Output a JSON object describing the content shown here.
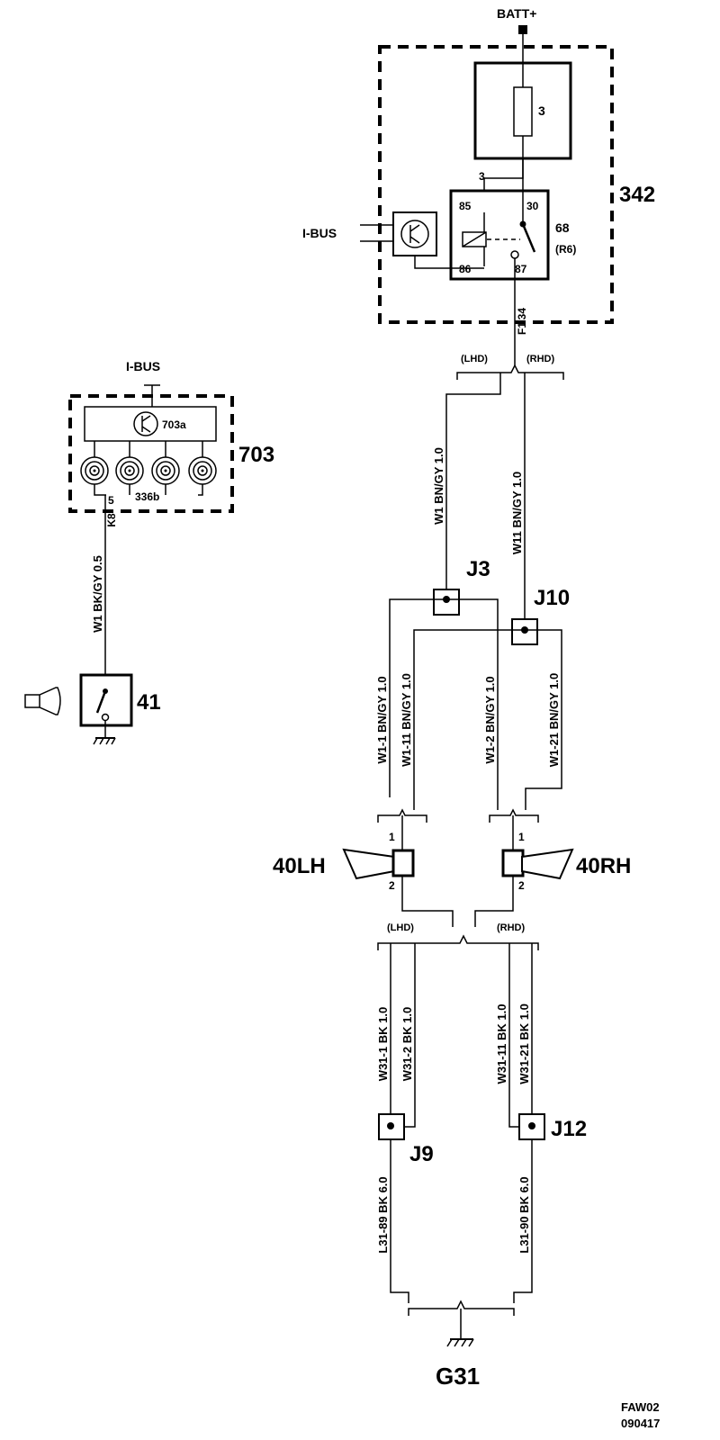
{
  "power": {
    "batt": "BATT+"
  },
  "module342": {
    "id": "342",
    "fuse": "3",
    "fuse_out": "3",
    "relay_id": "68",
    "relay_sub": "(R6)",
    "pin85": "85",
    "pin30": "30",
    "pin86": "86",
    "pin87": "87",
    "ibus": "I-BUS",
    "conn_pin": "34",
    "conn": "F1"
  },
  "module703": {
    "id": "703",
    "ibus": "I-BUS",
    "sub_a": "703a",
    "sub_b": "336b",
    "pin": "5",
    "conn": "K8"
  },
  "switch41": {
    "id": "41"
  },
  "wires": {
    "w1_5": "W1 BK/GY 0.5",
    "lhd1": "(LHD)",
    "rhd1": "(RHD)",
    "w1_lhd": "W1 BN/GY 1.0",
    "w11_rhd": "W11 BN/GY 1.0",
    "w1_1": "W1-1 BN/GY 1.0",
    "w1_11": "W1-11 BN/GY 1.0",
    "w1_2": "W1-2 BN/GY 1.0",
    "w1_21": "W1-21 BN/GY 1.0",
    "lhd2": "(LHD)",
    "rhd2": "(RHD)",
    "w31_1": "W31-1 BK 1.0",
    "w31_2": "W31-2 BK 1.0",
    "w31_11": "W31-11 BK 1.0",
    "w31_21": "W31-21 BK 1.0",
    "l31_89": "L31-89 BK 6.0",
    "l31_90": "L31-90 BK 6.0"
  },
  "junctions": {
    "j3": "J3",
    "j10": "J10",
    "j9": "J9",
    "j12": "J12"
  },
  "horns": {
    "lh": "40LH",
    "rh": "40RH",
    "pin1": "1",
    "pin2": "2"
  },
  "ground": {
    "id": "G31"
  },
  "footer": {
    "code": "FAW02",
    "date": "090417"
  }
}
